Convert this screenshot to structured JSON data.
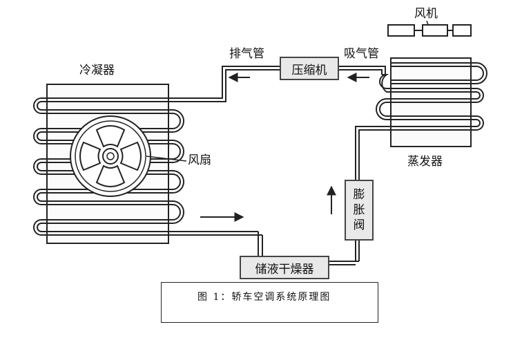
{
  "labels": {
    "condenser": "冷凝器",
    "fan": "风扇",
    "compressor": "压缩机",
    "discharge_pipe": "排气管",
    "suction_pipe": "吸气管",
    "blower": "风机",
    "evaporator": "蒸发器",
    "expansion_valve": "膨胀阀",
    "receiver_drier": "储液干燥器"
  },
  "caption": "图 1：轿车空调系统原理图"
}
